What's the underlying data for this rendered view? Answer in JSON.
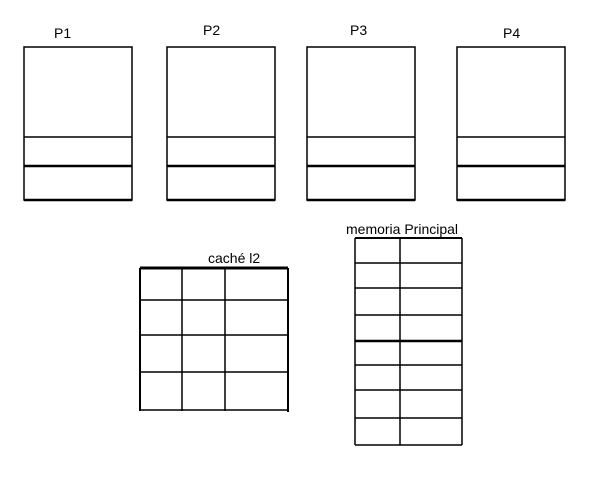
{
  "processors": [
    {
      "label": "P1"
    },
    {
      "label": "P2"
    },
    {
      "label": "P3"
    },
    {
      "label": "P4"
    }
  ],
  "cache": {
    "label": "caché l2",
    "rows": 4,
    "cols": 3
  },
  "memory": {
    "label": "memoria Principal",
    "rows": 8,
    "cols": 2
  },
  "colors": {
    "line": "#000000",
    "background": "#ffffff"
  }
}
